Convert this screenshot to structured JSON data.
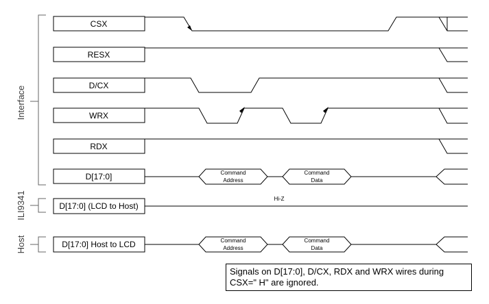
{
  "groups": {
    "interface": "Interface",
    "ili9341": "ILI9341",
    "host": "Host"
  },
  "signals": {
    "csx": "CSX",
    "resx": "RESX",
    "dcx": "D/CX",
    "wrx": "WRX",
    "rdx": "RDX",
    "d_bus": "D[17:0]",
    "lcd_to_host": "D[17:0] (LCD to Host)",
    "host_to_lcd": "D[17:0] Host to LCD"
  },
  "bus": {
    "command": "Command",
    "address": "Address",
    "data": "Data",
    "hiz": "Hi-Z"
  },
  "note": "Signals on D[17:0], D/CX, RDX and WRX wires during CSX=\"  H\"   are ignored."
}
